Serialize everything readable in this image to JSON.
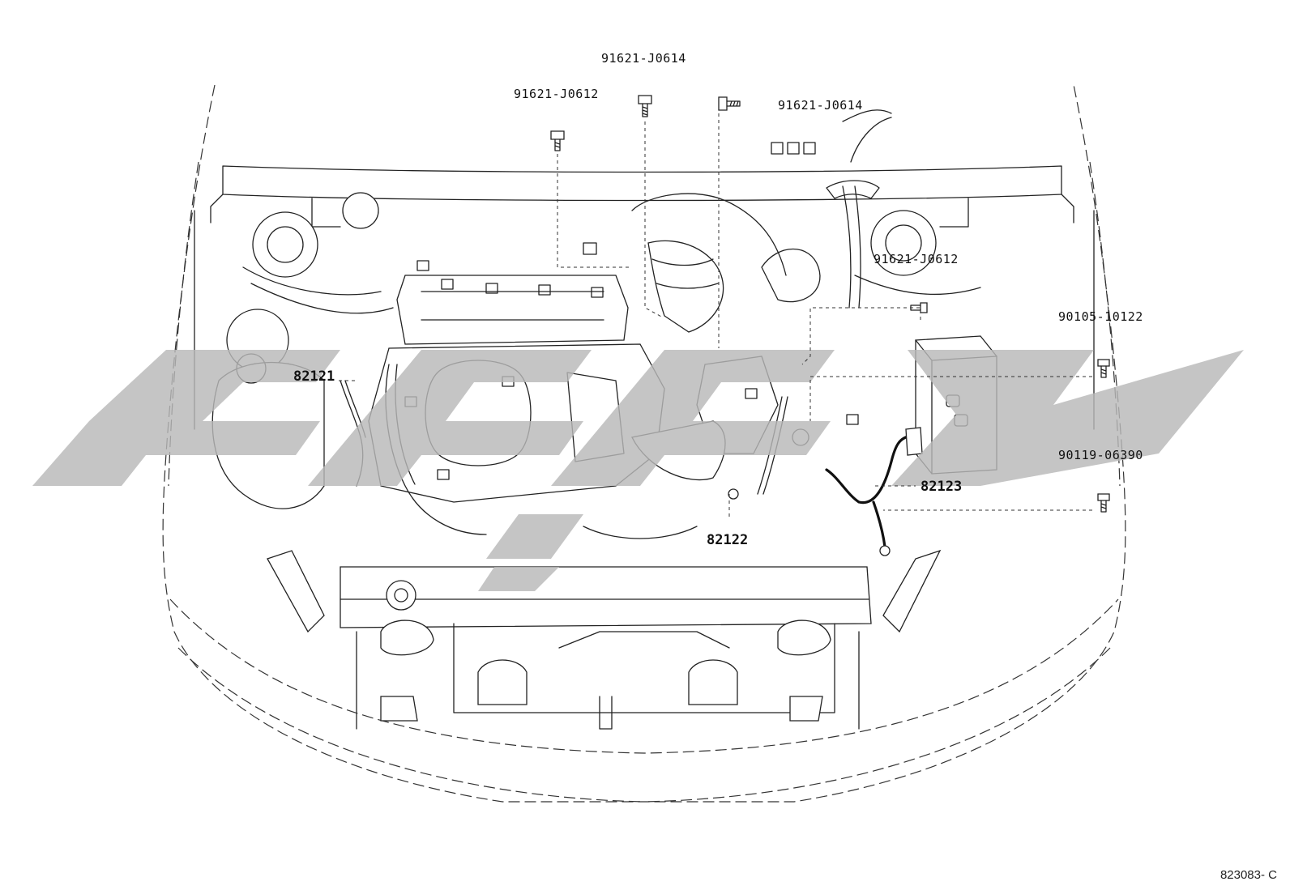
{
  "callouts": {
    "bolt_top_left": "91621-J0612",
    "bolt_top_center": "91621-J0614",
    "bolt_top_right": "91621-J0614",
    "bolt_right_upper": "91621-J0612",
    "bolt_far_right_upper": "90105-10122",
    "bolt_far_right_lower": "90119-06390",
    "cable_left": "82121",
    "cable_center": "82122",
    "cable_right": "82123"
  },
  "reference_code": "823083- C",
  "watermark_color": "#b8b8b8",
  "icons": [
    "bolt-icon",
    "engine-bay-outline",
    "watermark-logo"
  ]
}
